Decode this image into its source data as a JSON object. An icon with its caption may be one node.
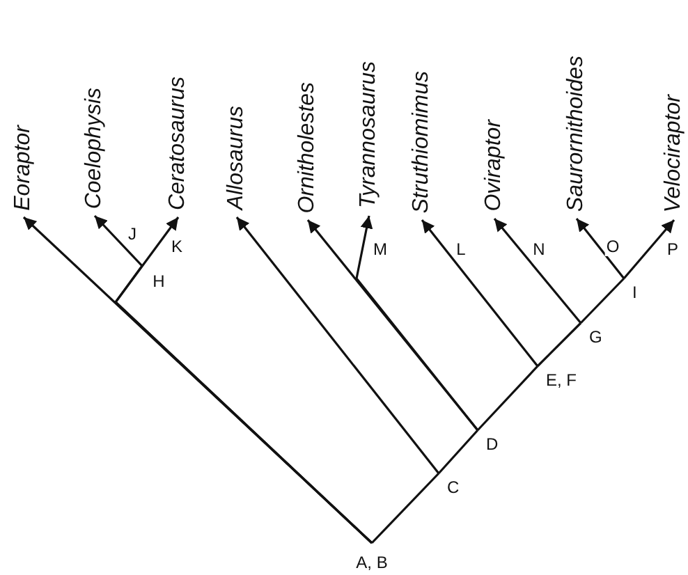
{
  "diagram": {
    "nodes": [
      {
        "text": [
          "Eoraptor"
        ]
      },
      {
        "text": [
          "Coelophysis"
        ]
      },
      {
        "text": [
          "Ceratosaurus"
        ]
      },
      {
        "text": [
          "Allosaurus"
        ]
      },
      {
        "text": [
          "Ornitholestes"
        ]
      },
      {
        "text": [
          "Tyrannosaurus"
        ]
      },
      {
        "text": [
          "Struthiomimus"
        ]
      },
      {
        "text": [
          "Oviraptor"
        ]
      },
      {
        "text": [
          "Saurornithoides"
        ]
      },
      {
        "text": [
          "Velociraptor"
        ]
      },
      {
        "text": [
          "I"
        ]
      },
      {
        "text": [
          "G"
        ]
      },
      {
        "text": [
          "E, F"
        ]
      },
      {
        "text": [
          "D"
        ]
      },
      {
        "text": [
          "C"
        ]
      },
      {
        "text": [
          "A, B"
        ]
      }
    ],
    "edges": [
      {
        "from": 15,
        "to": 0,
        "arrow": "to"
      },
      {
        "from": 15,
        "to": 1,
        "arrow": "to",
        "label": "J"
      },
      {
        "from": 15,
        "to": 2,
        "arrow": "to",
        "label": "K"
      },
      {
        "from": 15,
        "to": 14,
        "arrow": "none"
      },
      {
        "from": 14,
        "to": 3,
        "arrow": "to"
      },
      {
        "from": 14,
        "to": 13,
        "arrow": "none"
      },
      {
        "from": 13,
        "to": 4,
        "arrow": "to"
      },
      {
        "from": 13,
        "to": 5,
        "arrow": "to",
        "label": "M"
      },
      {
        "from": 13,
        "to": 12,
        "arrow": "none"
      },
      {
        "from": 12,
        "to": 6,
        "arrow": "to",
        "label": "L"
      },
      {
        "from": 12,
        "to": 11,
        "arrow": "none"
      },
      {
        "from": 11,
        "to": 7,
        "arrow": "to",
        "label": "N"
      },
      {
        "from": 11,
        "to": 10,
        "arrow": "none"
      },
      {
        "from": 10,
        "to": 8,
        "arrow": "to",
        "label": "O"
      },
      {
        "from": 10,
        "to": 9,
        "arrow": "to",
        "label": "P"
      }
    ],
    "labels": [
      "H"
    ]
  }
}
